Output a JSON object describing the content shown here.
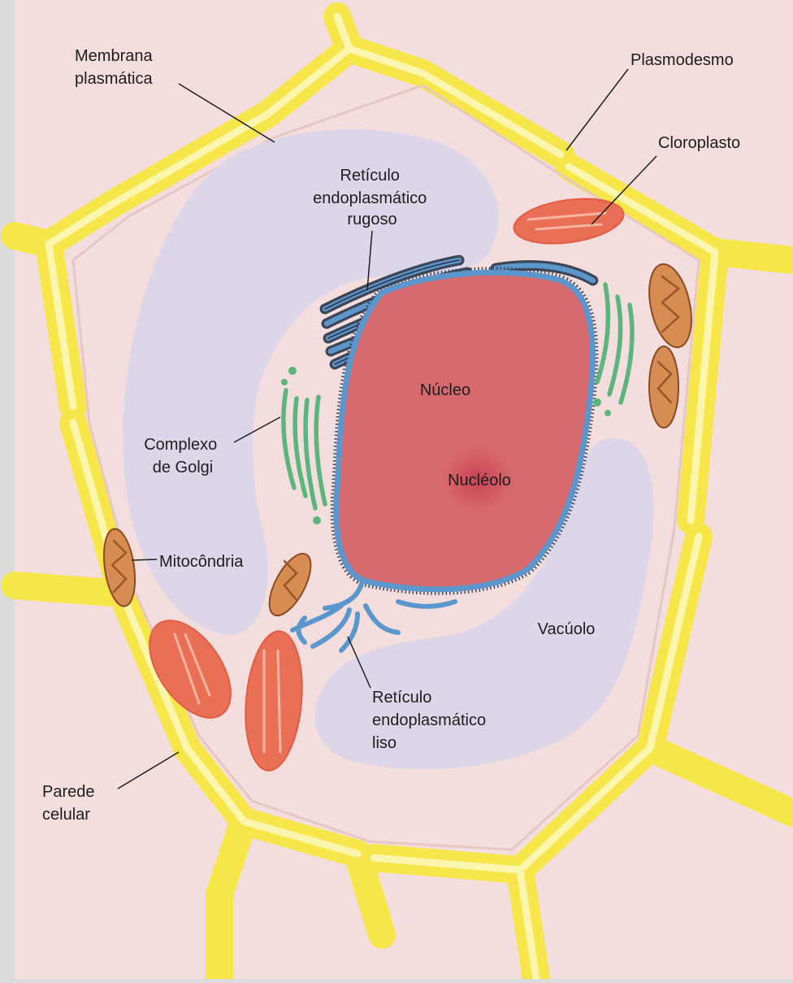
{
  "labels": {
    "membrana_1": "Membrana",
    "membrana_2": "plasmática",
    "plasmodesmo": "Plasmodesmo",
    "cloroplasto": "Cloroplasto",
    "rer_1": "Retículo",
    "rer_2": "endoplasmático",
    "rer_3": "rugoso",
    "nucleo": "Núcleo",
    "nucleolo": "Nucléolo",
    "golgi_1": "Complexo",
    "golgi_2": "de Golgi",
    "mitocondria": "Mitocôndria",
    "vacuolo": "Vacúolo",
    "ser_1": "Retículo",
    "ser_2": "endoplasmático",
    "ser_3": "liso",
    "parede_1": "Parede",
    "parede_2": "celular"
  },
  "colors": {
    "page_background": "#dcdcdf",
    "cell_interior": "#f3dedd",
    "cell_wall": "#f6e64a",
    "cell_wall_highlight": "#fbf5ae",
    "vacuole": "#dcd6e8",
    "nucleus": "#d76a6e",
    "nucleolus": "#cf4b56",
    "er": "#5b96cc",
    "golgi": "#5cb57a",
    "chloroplast": "#ea6f57",
    "mitochondrion": "#d78d52"
  }
}
